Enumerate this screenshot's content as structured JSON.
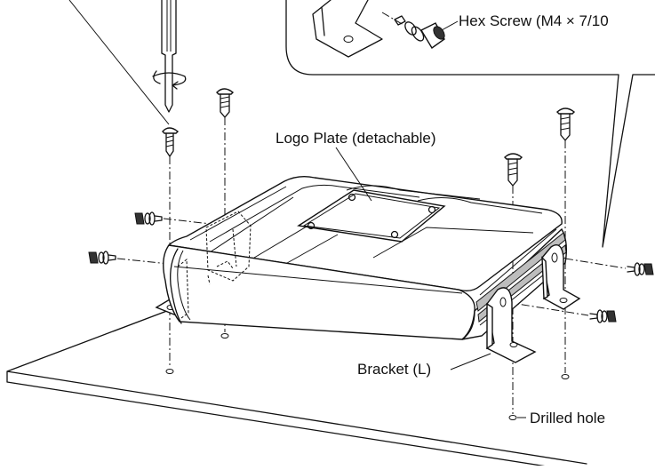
{
  "labels": {
    "hex_screw": "Hex Screw (M4 × 7/10",
    "logo_plate": "Logo Plate (detachable)",
    "bracket": "Bracket (L)",
    "drilled_hole": "Drilled hole"
  },
  "icons": [
    "screwdriver-icon",
    "rotation-arrow-icon",
    "hex-screw-icon",
    "drilled-hole-icon"
  ]
}
